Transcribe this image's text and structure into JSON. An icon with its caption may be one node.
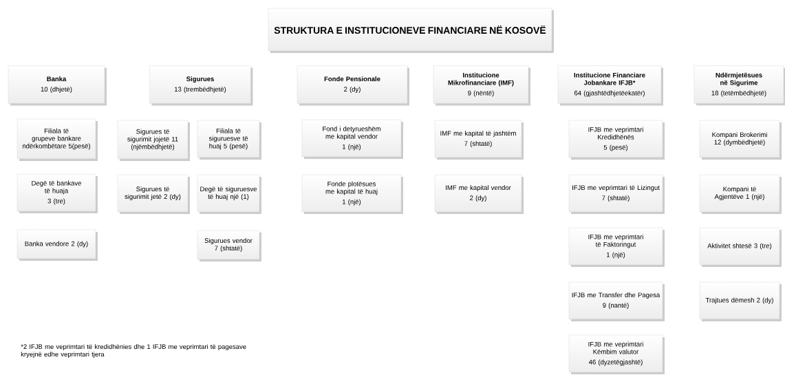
{
  "diagram": {
    "nodes": [
      {
        "text": [
          "STRUKTURA E INSTITUCIONEVE FINANCIARE NË KOSOVË"
        ]
      },
      {
        "text": [
          "Banka",
          "10 (dhjetë)"
        ]
      },
      {
        "text": [
          "Sigurues",
          "13 (trembëdhjetë)"
        ]
      },
      {
        "text": [
          "Fonde Pensionale",
          "2 (dy)"
        ]
      },
      {
        "text": [
          "Institucione Mikrofinanciare (IMF)",
          "9 (nëntë)"
        ]
      },
      {
        "text": [
          "Institucione Financiare Jobankare IFJB*",
          "64 (gjashtëdhjetëekatër)"
        ]
      },
      {
        "text": [
          "Ndërmjetësues në Sigurime",
          "18 (tetëmbëdhjetë)"
        ]
      },
      {
        "text": [
          "Filiala të grupeve bankare ndërkombëtare 5(pesë)"
        ]
      },
      {
        "text": [
          "Degë të bankave të huaja",
          "3 (tre)"
        ]
      },
      {
        "text": [
          "Banka vendore 2 (dy)"
        ]
      },
      {
        "text": [
          "Sigurues të sigurimit jojetë 11 (njëmbëdhjetë)"
        ]
      },
      {
        "text": [
          "Filiala të siguruesve të huaj 5 (pesë)"
        ]
      },
      {
        "text": [
          "Sigurues të sigurimit jetë 2 (dy)"
        ]
      },
      {
        "text": [
          "Degë të siguruesve të huaj një (1)"
        ]
      },
      {
        "text": [
          "Sigurues vendor 7 (shtatë)"
        ]
      },
      {
        "text": [
          "Fond i detyrueshëm me kapital vendor",
          "1 (një)"
        ]
      },
      {
        "text": [
          "Fonde plotësues me kapital të huaj",
          "1 (një)"
        ]
      },
      {
        "text": [
          "IMF me kapital të jashtëm",
          "7 (shtatë)"
        ]
      },
      {
        "text": [
          "IMF me kapital vendor",
          "2 (dy)"
        ]
      },
      {
        "text": [
          "IFJB me veprimtari Kredidhënës",
          "5 (pesë)"
        ]
      },
      {
        "text": [
          "IFJB me veprimtari të Lizingut",
          "7 (shtatë)"
        ]
      },
      {
        "text": [
          "IFJB me veprimtari të Faktoringut",
          "1 (një)"
        ]
      },
      {
        "text": [
          "IFJB me Transfer dhe Pagesa",
          "9 (nantë)"
        ]
      },
      {
        "text": [
          "IFJB me veprimtari Këmbim valutor",
          "46 (dyzetëgjashtë)"
        ]
      },
      {
        "text": [
          "Kompani Brokerimi 12 (dymbëdhjetë)"
        ]
      },
      {
        "text": [
          "Kompani të Agjentëve 1 (një)"
        ]
      },
      {
        "text": [
          "Aktivitet shtesë 3 (tre)"
        ]
      },
      {
        "text": [
          "Trajtues dëmesh 2 (dy)"
        ]
      }
    ],
    "labels": [
      "*2 IFJB me veprimtari të kredidhënies dhe 1 IFJB me veprimtari të pagesave kryejnë edhe veprimtari tjera"
    ]
  }
}
